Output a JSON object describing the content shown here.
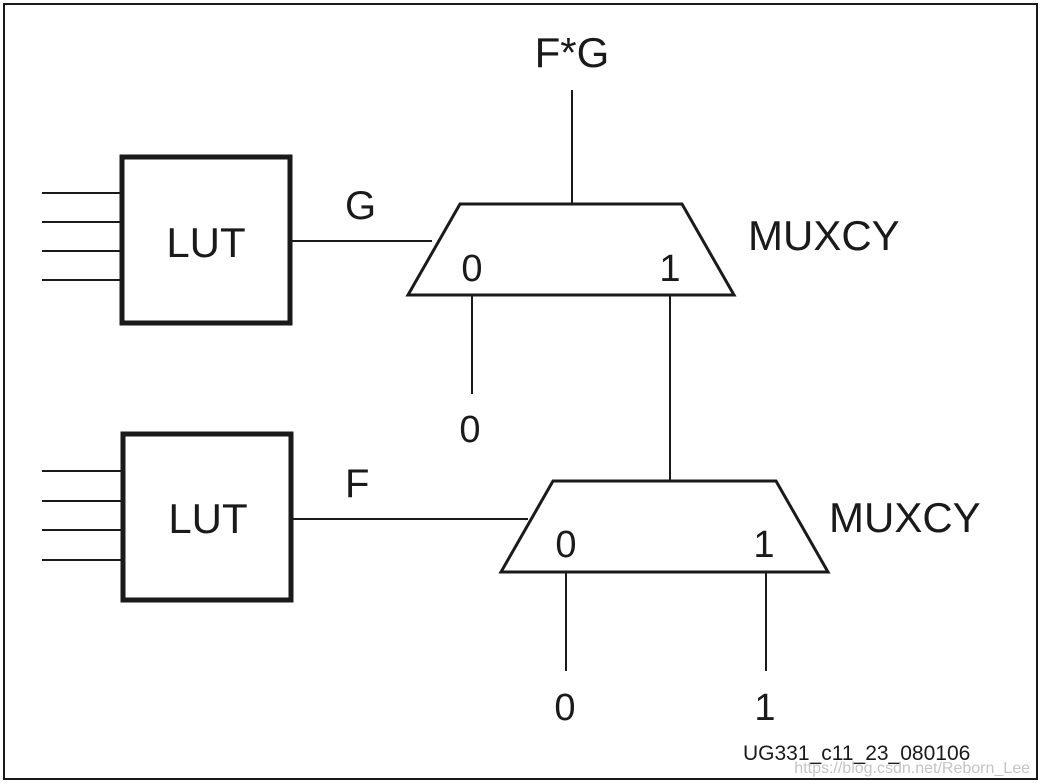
{
  "diagram": {
    "output_label": "F*G",
    "top_lut": {
      "label": "LUT",
      "output_signal": "G"
    },
    "bottom_lut": {
      "label": "LUT",
      "output_signal": "F"
    },
    "top_mux": {
      "label": "MUXCY",
      "input0_label": "0",
      "input1_label": "1",
      "select_value": "0"
    },
    "bottom_mux": {
      "label": "MUXCY",
      "input0_label": "0",
      "input1_label": "1",
      "select_value": "0",
      "carry_in_value": "1"
    },
    "figure_id": "UG331_c11_23_080106",
    "watermark": "https://blog.csdn.net/Reborn_Lee"
  }
}
